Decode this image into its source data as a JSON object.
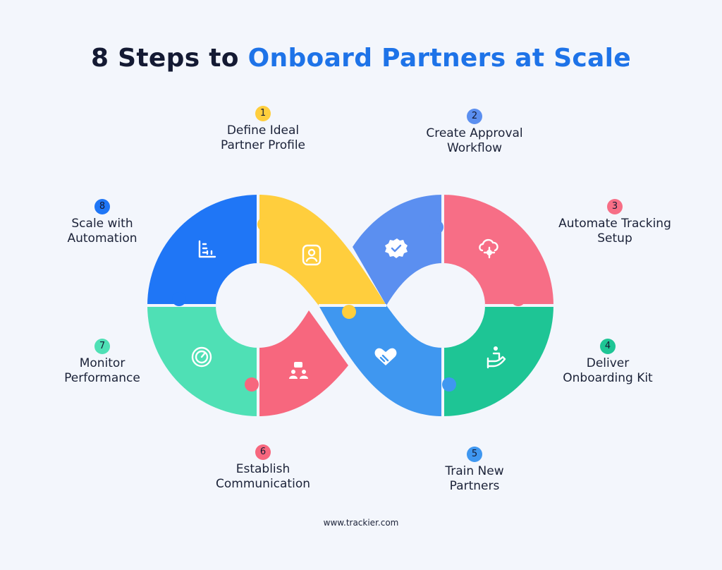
{
  "title": {
    "prefix": "8 Steps to",
    "highlight": "Onboard Partners at Scale"
  },
  "colors": {
    "accent": "#1e73e8",
    "step1": "#ffce3d",
    "step2": "#5b8ff0",
    "step3": "#f76e86",
    "step4": "#1ec595",
    "step5": "#3f97f0",
    "step6": "#f7677e",
    "step7": "#4fe0b5",
    "step8": "#1f76f6"
  },
  "steps": [
    {
      "number": "1",
      "line1": "Define Ideal",
      "line2": "Partner Profile",
      "icon": "user-id-icon",
      "color": "#ffce3d"
    },
    {
      "number": "2",
      "line1": "Create Approval",
      "line2": "Workflow",
      "icon": "verified-badge-icon",
      "color": "#5b8ff0"
    },
    {
      "number": "3",
      "line1": "Automate Tracking",
      "line2": "Setup",
      "icon": "cloud-gear-icon",
      "color": "#f76e86"
    },
    {
      "number": "4",
      "line1": "Deliver",
      "line2": "Onboarding Kit",
      "icon": "hand-giving-icon",
      "color": "#1ec595"
    },
    {
      "number": "5",
      "line1": "Train New",
      "line2": "Partners",
      "icon": "handshake-heart-icon",
      "color": "#3f97f0"
    },
    {
      "number": "6",
      "line1": "Establish",
      "line2": "Communication",
      "icon": "group-chat-icon",
      "color": "#f7677e"
    },
    {
      "number": "7",
      "line1": "Monitor",
      "line2": "Performance",
      "icon": "speedometer-icon",
      "color": "#4fe0b5"
    },
    {
      "number": "8",
      "line1": "Scale with",
      "line2": "Automation",
      "icon": "ruler-icon",
      "color": "#1f76f6"
    }
  ],
  "footer": "www.trackier.com"
}
